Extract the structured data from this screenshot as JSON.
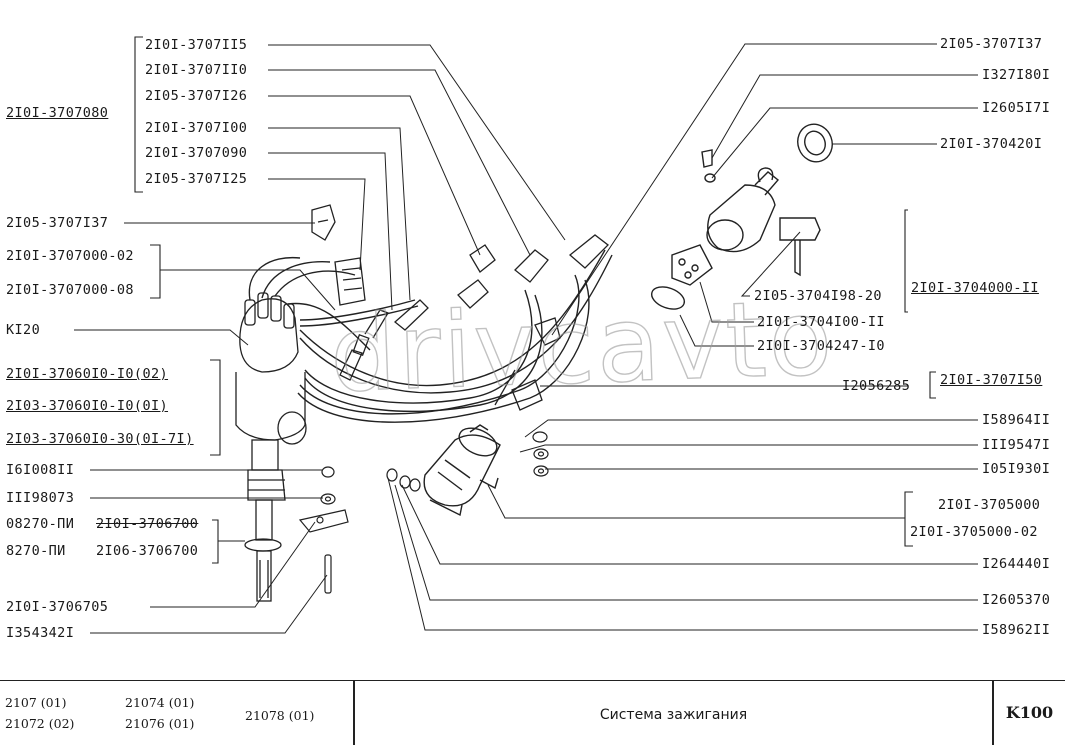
{
  "watermark": "drivcavto",
  "labels": {
    "l01": "2I0I-3707II5",
    "l02": "2I0I-3707II0",
    "l03": "2I05-3707I26",
    "l04": "2I0I-3707080",
    "l05": "2I0I-3707I00",
    "l06": "2I0I-3707090",
    "l07": "2I05-3707I25",
    "l08": "2I05-3707I37",
    "l09": "2I0I-3707000-02",
    "l10": "2I0I-3707000-08",
    "l11": "KI20",
    "l12": "2I0I-37060I0-I0(02)",
    "l13": "2I03-37060I0-I0(0I)",
    "l14": "2I03-37060I0-30(0I-7I)",
    "l15": "I6I008II",
    "l16": "III98073",
    "l17a": "08270-ПИ",
    "l17b": "2I0I-3706700",
    "l18a": "8270-ПИ",
    "l18b": "2I06-3706700",
    "l19": "2I0I-3706705",
    "l20": "I354342I",
    "r01": "2I05-3707I37",
    "r02": "I327I80I",
    "r03": "I2605I7I",
    "r04": "2I0I-370420I",
    "r05": "2I05-3704I98-20",
    "r06": "2I0I-3704000-II",
    "r07": "2I0I-3704I00-II",
    "r08": "2I0I-3704247-I0",
    "r09": "I2056285",
    "r10": "2I0I-3707I50",
    "r11": "I58964II",
    "r12": "III9547I",
    "r13": "I05I930I",
    "r14": "2I0I-3705000",
    "r15": "2I0I-3705000-02",
    "r16": "I264440I",
    "r17": "I2605370",
    "r18": "I58962II"
  },
  "footer": {
    "models_col1": [
      "2107 (01)",
      "21072 (02)"
    ],
    "models_col2": [
      "21074 (01)",
      "21076 (01)"
    ],
    "models_col3": "21078 (01)",
    "title": "Система зажигания",
    "page": "K100"
  }
}
